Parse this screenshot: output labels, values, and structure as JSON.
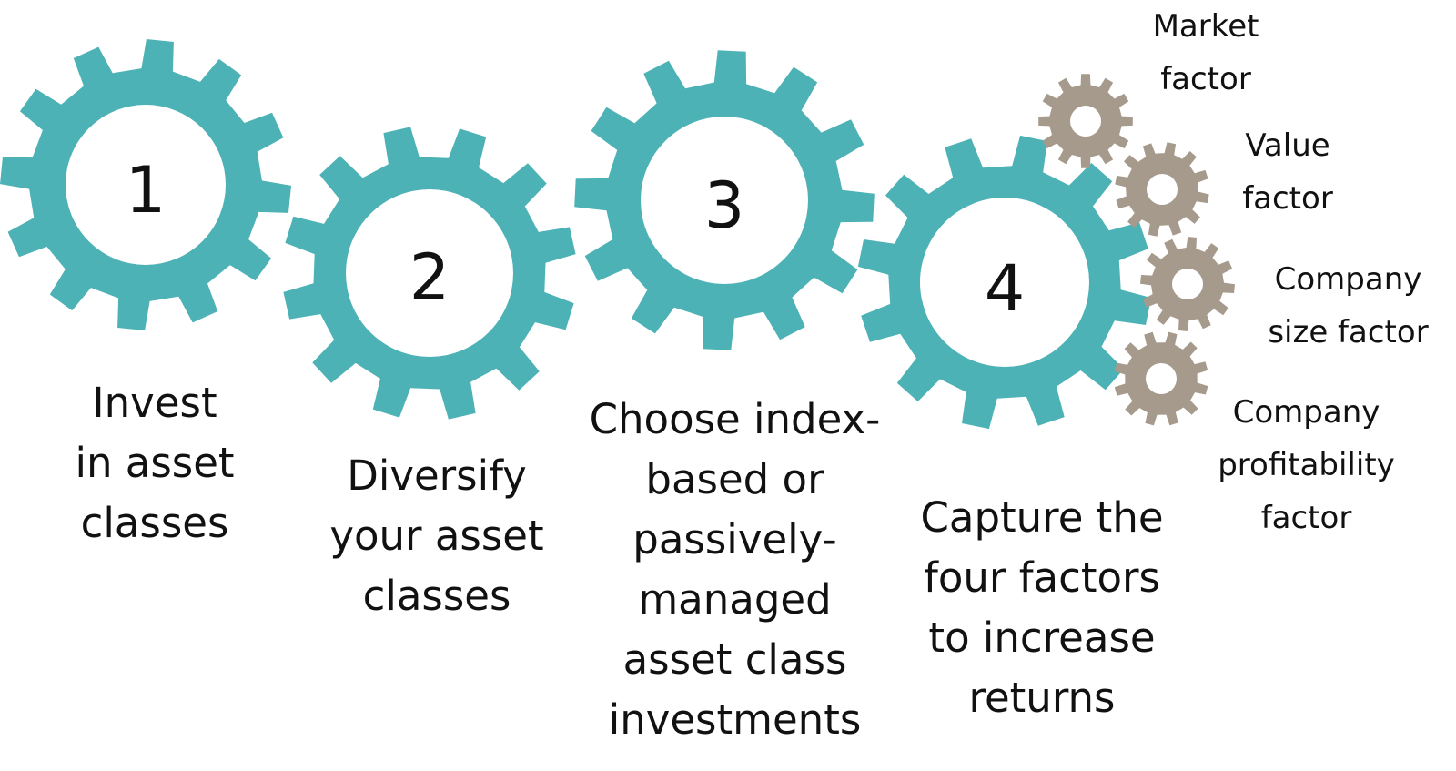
{
  "colors": {
    "main_gear": "#4db2b5",
    "factor_gear": "#a69a8c",
    "text": "#111111",
    "background": "#ffffff"
  },
  "steps": [
    {
      "number": "1",
      "label": "Invest\nin asset\nclasses"
    },
    {
      "number": "2",
      "label": "Diversify\nyour asset\nclasses"
    },
    {
      "number": "3",
      "label": "Choose index-\nbased or\npassively-\nmanaged\nasset class\ninvestments"
    },
    {
      "number": "4",
      "label": "Capture the\nfour factors\nto increase\nreturns"
    }
  ],
  "factors": [
    {
      "label": "Market\nfactor"
    },
    {
      "label": "Value\nfactor"
    },
    {
      "label": "Company\nsize factor"
    },
    {
      "label": "Company\nprofitability\nfactor"
    }
  ]
}
